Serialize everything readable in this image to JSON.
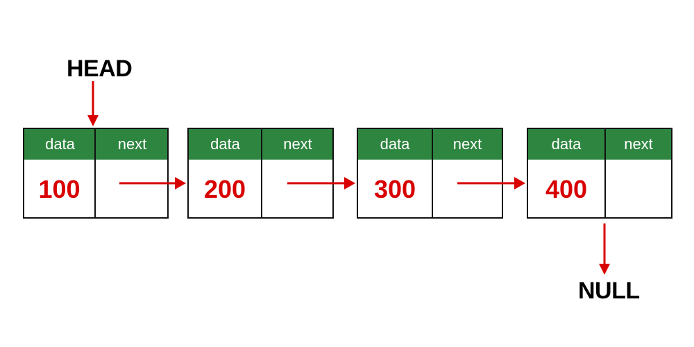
{
  "head_label": "HEAD",
  "null_label": "NULL",
  "field_labels": {
    "data": "data",
    "next": "next"
  },
  "nodes": [
    {
      "value": "100"
    },
    {
      "value": "200"
    },
    {
      "value": "300"
    },
    {
      "value": "400"
    }
  ],
  "colors": {
    "header_green": "#2e8540",
    "arrow_red": "#d80000",
    "value_red": "#d80000",
    "border": "#111111"
  }
}
